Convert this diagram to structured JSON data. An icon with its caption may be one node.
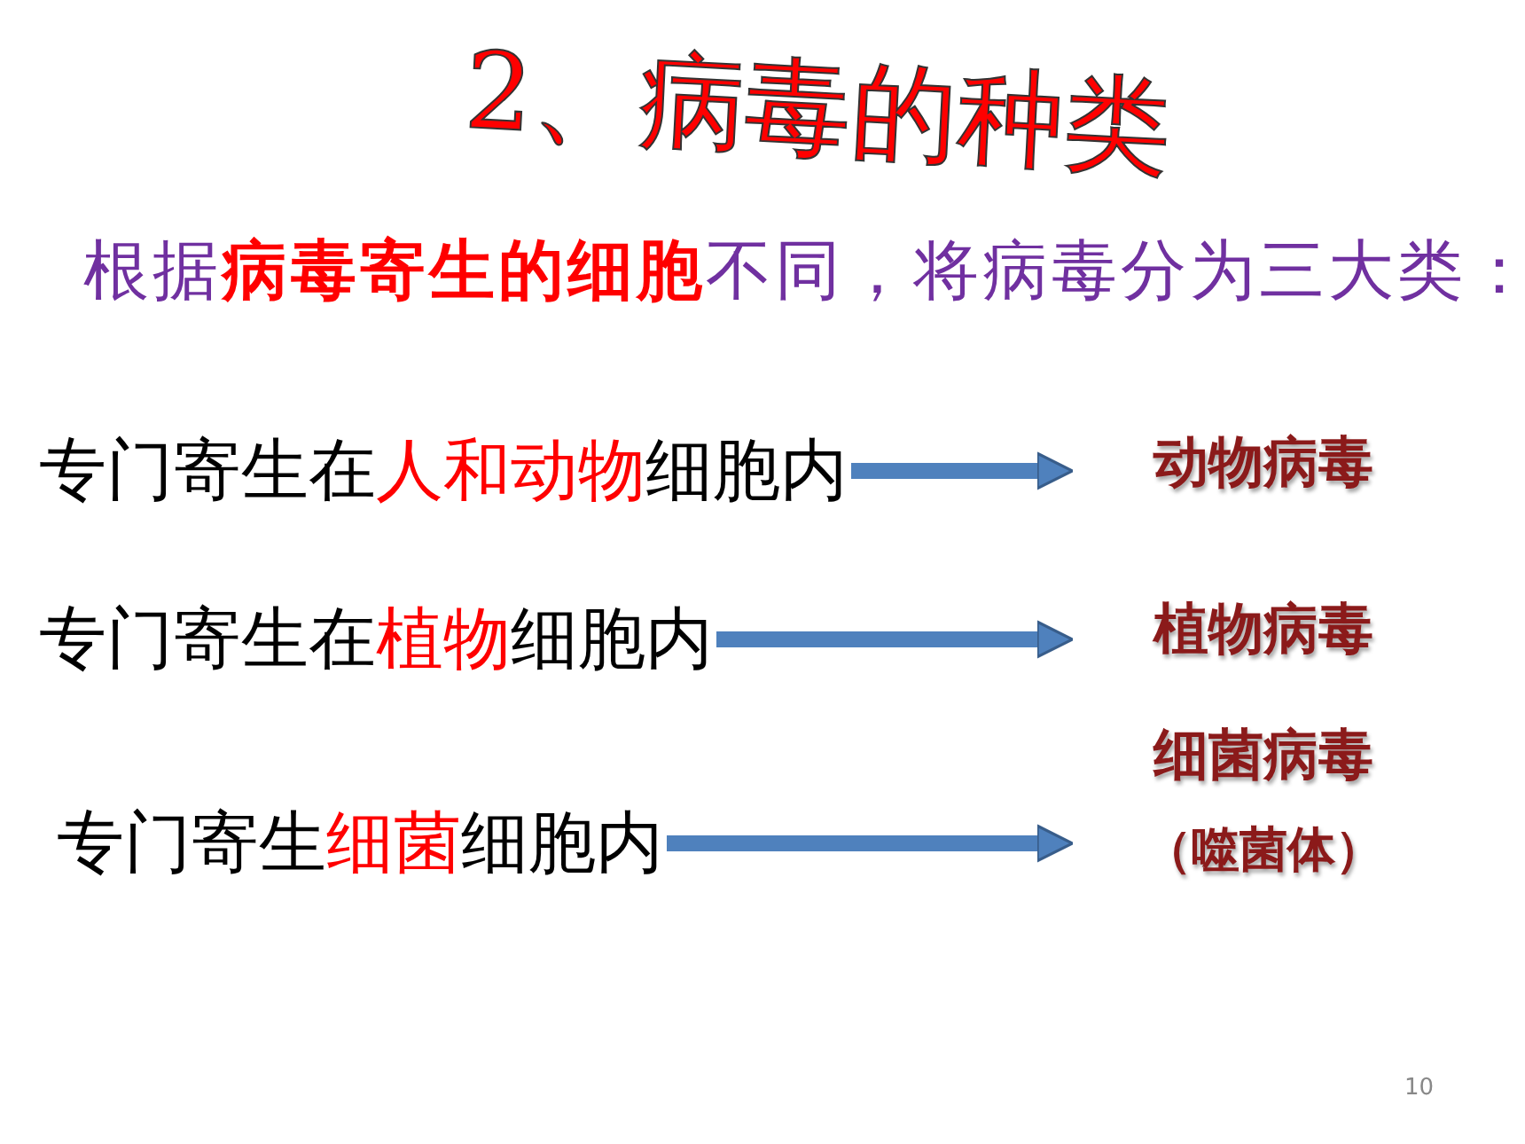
{
  "diagram": {
    "title": "2、病毒的种类",
    "nodes": [
      {
        "text": [
          "专门寄生在**人和动物**细胞内"
        ]
      },
      {
        "text": [
          "动物病毒"
        ]
      },
      {
        "text": [
          "专门寄生在**植物**细胞内"
        ]
      },
      {
        "text": [
          "植物病毒"
        ]
      },
      {
        "text": [
          "专门寄生**细菌**细胞内"
        ]
      },
      {
        "text": [
          "细菌病毒",
          "（噬菌体）"
        ]
      }
    ],
    "edges": [
      {
        "from": 0,
        "to": 1,
        "arrow": "to"
      },
      {
        "from": 2,
        "to": 3,
        "arrow": "to"
      },
      {
        "from": 4,
        "to": 5,
        "arrow": "to"
      }
    ],
    "labels": [
      "根据**病毒寄生的细胞**不同，将病毒分为三大类：",
      "10"
    ]
  }
}
